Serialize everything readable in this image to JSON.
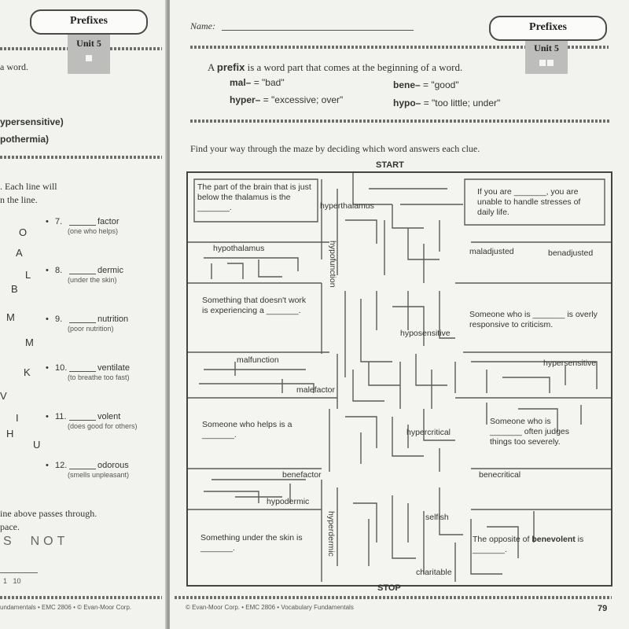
{
  "left_page": {
    "title": "Prefixes",
    "unit": "Unit 5",
    "intro_fragment": "a word.",
    "answer_fragments": [
      "ypersensitive)",
      "pothermia)"
    ],
    "instructions_lines": [
      ". Each line will",
      "n the line."
    ],
    "letters": [
      "O",
      "A",
      "L",
      "B",
      "M",
      "M",
      "K",
      "V",
      "I",
      "H",
      "U"
    ],
    "items": [
      {
        "num": "7.",
        "stem": "factor",
        "hint": "(one who helps)"
      },
      {
        "num": "8.",
        "stem": "dermic",
        "hint": "(under the skin)"
      },
      {
        "num": "9.",
        "stem": "nutrition",
        "hint": "(poor nutrition)"
      },
      {
        "num": "10.",
        "stem": "ventilate",
        "hint": "(to breathe too fast)"
      },
      {
        "num": "11.",
        "stem": "volent",
        "hint": "(does good for others)"
      },
      {
        "num": "12.",
        "stem": "odorous",
        "hint": "(smells unpleasant)"
      }
    ],
    "bottom_lines": [
      "ine above passes through.",
      "pace."
    ],
    "answer_words": "S  NOT",
    "page_numbers": "1   10",
    "footer": "undamentals • EMC 2806 • © Evan-Moor Corp."
  },
  "right_page": {
    "name_label": "Name:",
    "title": "Prefixes",
    "unit": "Unit 5",
    "definition_pre": "A",
    "definition_term": "prefix",
    "definition_post": "is a word part that comes at the beginning of a word.",
    "prefixes": [
      {
        "prefix": "mal–",
        "meaning": "= \"bad\""
      },
      {
        "prefix": "bene–",
        "meaning": "= \"good\""
      },
      {
        "prefix": "hyper–",
        "meaning": "= \"excessive; over\""
      },
      {
        "prefix": "hypo–",
        "meaning": "= \"too little; under\""
      }
    ],
    "maze_instructions": "Find your way through the maze by deciding which word answers each clue.",
    "start": "START",
    "stop": "STOP",
    "clues": {
      "c1": "The part of the brain that is just below the thalamus is the _______.",
      "c2": "If you are _______, you are unable to handle stresses of daily life.",
      "c3": "Something that doesn't work is experiencing a _______.",
      "c4": "Someone who is _______ is overly responsive to criticism.",
      "c5": "Someone who helps is a _______.",
      "c6": "Someone who is _______ often judges things too severely.",
      "c7": "Something under the skin is _______.",
      "c8_pre": "The opposite of",
      "c8_bold": "benevolent",
      "c8_post": "is _______."
    },
    "words": {
      "hyperthalamus": "hyperthalamus",
      "hypothalamus": "hypothalamus",
      "hypofunction": "hypofunction",
      "maladjusted": "maladjusted",
      "benadjusted": "benadjusted",
      "hyposensitive": "hyposensitive",
      "malfunction": "malfunction",
      "hypersensitive": "hypersensitive",
      "malefactor": "malefactor",
      "hypercritical": "hypercritical",
      "benefactor": "benefactor",
      "benecritical": "benecritical",
      "hypodermic": "hypodermic",
      "selfish": "selfish",
      "hyperdermic": "hyperdermic",
      "charitable": "charitable"
    },
    "footer": "© Evan-Moor Corp. • EMC 2806 • Vocabulary Fundamentals",
    "page_number": "79"
  }
}
